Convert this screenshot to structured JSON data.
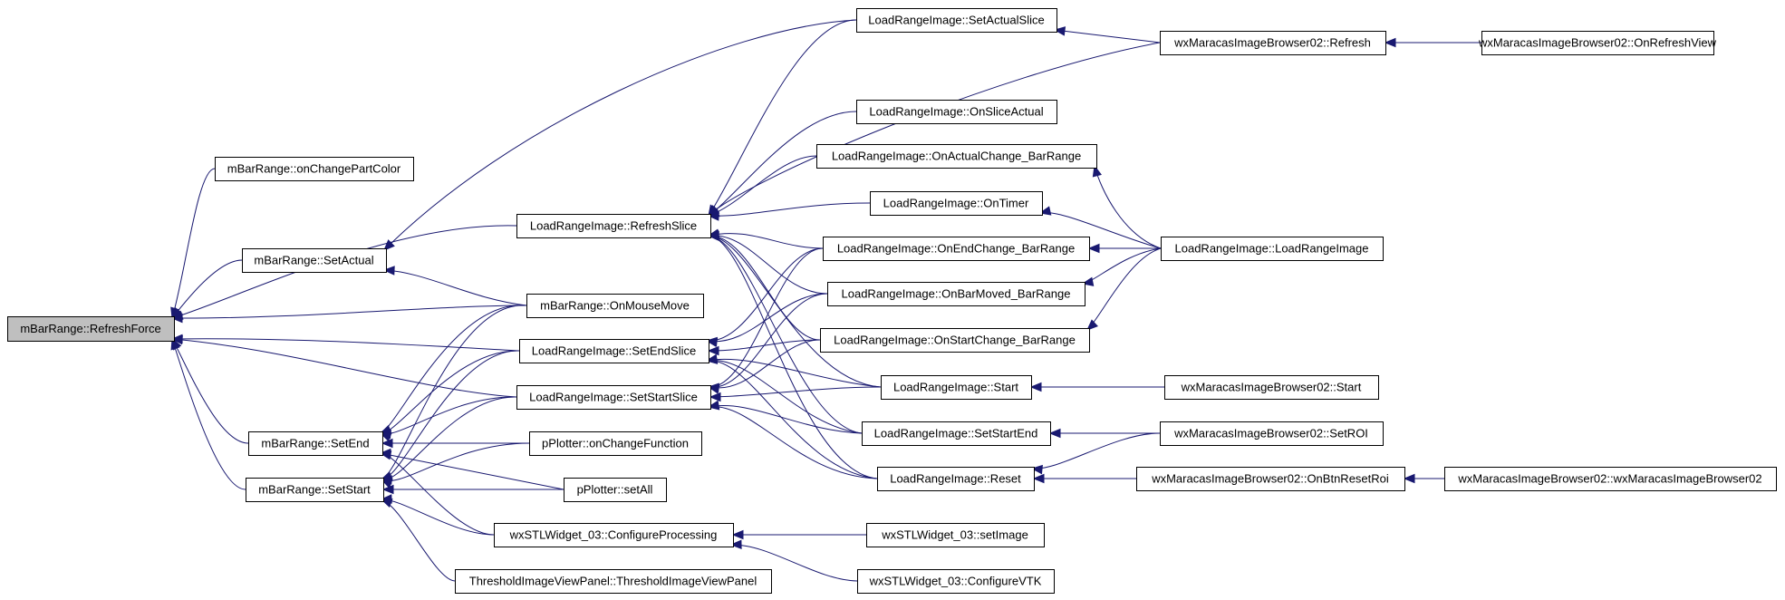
{
  "graph": {
    "edge_color": "#191970",
    "root_fill": "#bfbfbf",
    "nodes": [
      {
        "id": "rf",
        "label": "mBarRange::RefreshForce",
        "root": true
      },
      {
        "id": "ocpc",
        "label": "mBarRange::onChangePartColor"
      },
      {
        "id": "sa",
        "label": "mBarRange::SetActual"
      },
      {
        "id": "se",
        "label": "mBarRange::SetEnd"
      },
      {
        "id": "ss",
        "label": "mBarRange::SetStart"
      },
      {
        "id": "lrs",
        "label": "LoadRangeImage::RefreshSlice"
      },
      {
        "id": "omm",
        "label": "mBarRange::OnMouseMove"
      },
      {
        "id": "ses",
        "label": "LoadRangeImage::SetEndSlice"
      },
      {
        "id": "sss",
        "label": "LoadRangeImage::SetStartSlice"
      },
      {
        "id": "pocf",
        "label": "pPlotter::onChangeFunction"
      },
      {
        "id": "psa",
        "label": "pPlotter::setAll"
      },
      {
        "id": "wcp",
        "label": "wxSTLWidget_03::ConfigureProcessing"
      },
      {
        "id": "tivp",
        "label": "ThresholdImageViewPanel::ThresholdImageViewPanel"
      },
      {
        "id": "sas",
        "label": "LoadRangeImage::SetActualSlice"
      },
      {
        "id": "osa",
        "label": "LoadRangeImage::OnSliceActual"
      },
      {
        "id": "oac",
        "label": "LoadRangeImage::OnActualChange_BarRange"
      },
      {
        "id": "ot",
        "label": "LoadRangeImage::OnTimer"
      },
      {
        "id": "oec",
        "label": "LoadRangeImage::OnEndChange_BarRange"
      },
      {
        "id": "obm",
        "label": "LoadRangeImage::OnBarMoved_BarRange"
      },
      {
        "id": "osc",
        "label": "LoadRangeImage::OnStartChange_BarRange"
      },
      {
        "id": "lst",
        "label": "LoadRangeImage::Start"
      },
      {
        "id": "lsse",
        "label": "LoadRangeImage::SetStartEnd"
      },
      {
        "id": "lre",
        "label": "LoadRangeImage::Reset"
      },
      {
        "id": "wsi",
        "label": "wxSTLWidget_03::setImage"
      },
      {
        "id": "wcv",
        "label": "wxSTLWidget_03::ConfigureVTK"
      },
      {
        "id": "wref",
        "label": "wxMaracasImageBrowser02::Refresh"
      },
      {
        "id": "lrl",
        "label": "LoadRangeImage::LoadRangeImage"
      },
      {
        "id": "wst",
        "label": "wxMaracasImageBrowser02::Start"
      },
      {
        "id": "wsr",
        "label": "wxMaracasImageBrowser02::SetROI"
      },
      {
        "id": "wobr",
        "label": "wxMaracasImageBrowser02::OnBtnResetRoi"
      },
      {
        "id": "worv",
        "label": "wxMaracasImageBrowser02::OnRefreshView"
      },
      {
        "id": "wctor",
        "label": "wxMaracasImageBrowser02::wxMaracasImageBrowser02"
      }
    ],
    "edges": [
      [
        "ocpc",
        "rf"
      ],
      [
        "sa",
        "rf"
      ],
      [
        "se",
        "rf"
      ],
      [
        "ss",
        "rf"
      ],
      [
        "lrs",
        "rf"
      ],
      [
        "omm",
        "rf"
      ],
      [
        "ses",
        "rf"
      ],
      [
        "sss",
        "rf"
      ],
      [
        "sas",
        "sa"
      ],
      [
        "omm",
        "sa"
      ],
      [
        "omm",
        "se"
      ],
      [
        "ses",
        "se"
      ],
      [
        "sss",
        "se"
      ],
      [
        "pocf",
        "se"
      ],
      [
        "psa",
        "se"
      ],
      [
        "wcp",
        "se"
      ],
      [
        "omm",
        "ss"
      ],
      [
        "ses",
        "ss"
      ],
      [
        "sss",
        "ss"
      ],
      [
        "pocf",
        "ss"
      ],
      [
        "psa",
        "ss"
      ],
      [
        "wcp",
        "ss"
      ],
      [
        "tivp",
        "ss"
      ],
      [
        "sas",
        "lrs"
      ],
      [
        "wref",
        "lrs"
      ],
      [
        "osa",
        "lrs"
      ],
      [
        "oac",
        "lrs"
      ],
      [
        "ot",
        "lrs"
      ],
      [
        "oec",
        "lrs"
      ],
      [
        "obm",
        "lrs"
      ],
      [
        "osc",
        "lrs"
      ],
      [
        "lst",
        "lrs"
      ],
      [
        "lsse",
        "lrs"
      ],
      [
        "lre",
        "lrs"
      ],
      [
        "oec",
        "ses"
      ],
      [
        "obm",
        "ses"
      ],
      [
        "osc",
        "ses"
      ],
      [
        "lst",
        "ses"
      ],
      [
        "lsse",
        "ses"
      ],
      [
        "lre",
        "ses"
      ],
      [
        "oec",
        "sss"
      ],
      [
        "obm",
        "sss"
      ],
      [
        "osc",
        "sss"
      ],
      [
        "lst",
        "sss"
      ],
      [
        "lsse",
        "sss"
      ],
      [
        "lre",
        "sss"
      ],
      [
        "wsi",
        "wcp"
      ],
      [
        "wcv",
        "wcp"
      ],
      [
        "wref",
        "sas"
      ],
      [
        "lrl",
        "oac"
      ],
      [
        "lrl",
        "ot"
      ],
      [
        "lrl",
        "oec"
      ],
      [
        "lrl",
        "obm"
      ],
      [
        "lrl",
        "osc"
      ],
      [
        "wst",
        "lst"
      ],
      [
        "wsr",
        "lsse"
      ],
      [
        "wsr",
        "lre"
      ],
      [
        "wobr",
        "lre"
      ],
      [
        "worv",
        "wref"
      ],
      [
        "wctor",
        "wobr"
      ]
    ]
  }
}
